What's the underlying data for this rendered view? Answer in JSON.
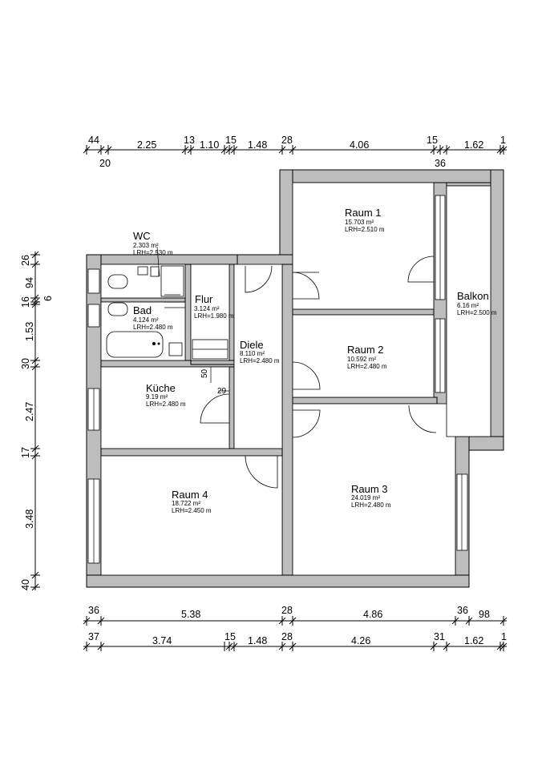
{
  "rooms": [
    {
      "id": "wc",
      "name": "WC",
      "area": "2.303 m²",
      "lrh": "LRH=2.530 m"
    },
    {
      "id": "bad",
      "name": "Bad",
      "area": "4.124 m²",
      "lrh": "LRH=2.480 m"
    },
    {
      "id": "flur",
      "name": "Flur",
      "area": "3.124 m²",
      "lrh": "LRH=1.980 m"
    },
    {
      "id": "diele",
      "name": "Diele",
      "area": "8.110 m²",
      "lrh": "LRH=2.480 m"
    },
    {
      "id": "kueche",
      "name": "Küche",
      "area": "9.19 m²",
      "lrh": "LRH=2.480 m"
    },
    {
      "id": "raum1",
      "name": "Raum 1",
      "area": "15.703 m²",
      "lrh": "LRH=2.510 m"
    },
    {
      "id": "raum2",
      "name": "Raum 2",
      "area": "10.592 m²",
      "lrh": "LRH=2.480 m"
    },
    {
      "id": "raum3",
      "name": "Raum 3",
      "area": "24.019 m²",
      "lrh": "LRH=2.480 m"
    },
    {
      "id": "raum4",
      "name": "Raum 4",
      "area": "18.722 m²",
      "lrh": "LRH=2.450 m"
    },
    {
      "id": "balkon",
      "name": "Balkon",
      "area": "6.16 m²",
      "lrh": "LRH=2.500 m"
    }
  ],
  "dims": {
    "top": [
      "44",
      "2.25",
      "13",
      "1.10",
      "15",
      "1.48",
      "28",
      "4.06",
      "15",
      "1.62",
      "1"
    ],
    "top_sub": [
      "20",
      "36"
    ],
    "bottom1": [
      "36",
      "5.38",
      "28",
      "4.86",
      "36",
      "98"
    ],
    "bottom2": [
      "37",
      "3.74",
      "15",
      "1.48",
      "28",
      "4.26",
      "31",
      "1.62",
      "1"
    ],
    "left": [
      "26",
      "94",
      "16",
      "6",
      "1.53",
      "30",
      "2.47",
      "17",
      "3.48",
      "40"
    ],
    "inner": [
      "50",
      "29"
    ]
  }
}
